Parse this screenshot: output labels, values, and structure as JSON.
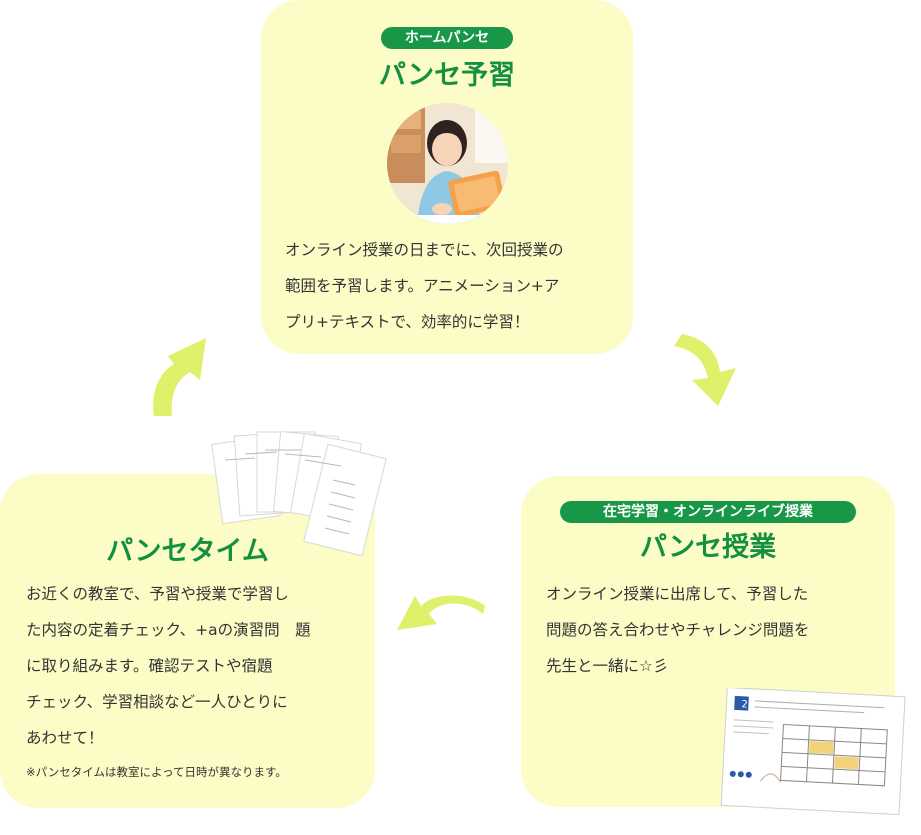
{
  "top": {
    "badge": "ホームパンセ",
    "title": "パンセ予習",
    "lines": [
      "オンライン授業の日までに、次回授業の",
      "範囲を予習します。アニメーション+ア",
      "プリ+テキストで、効率的に学習！"
    ]
  },
  "right": {
    "badge": "在宅学習・オンラインライブ授業",
    "title": "パンセ授業",
    "lines": [
      "オンライン授業に出席して、予習した",
      "問題の答え合わせやチャレンジ問題を",
      "先生と一緒に☆彡"
    ]
  },
  "left": {
    "title": "パンセタイム",
    "lines": [
      "お近くの教室で、予習や授業で学習し",
      "た内容の定着チェック、+aの演習問　題",
      "に取り組みます。確認テストや宿題",
      "チェック、学習相談など一人ひとりに",
      "あわせて！"
    ],
    "note": "※パンセタイムは教室によって日時が異なります。"
  },
  "worksheet": {
    "number": "2"
  },
  "colors": {
    "card": "#fcfcc6",
    "green": "#189748",
    "arrow": "#dff06a"
  }
}
